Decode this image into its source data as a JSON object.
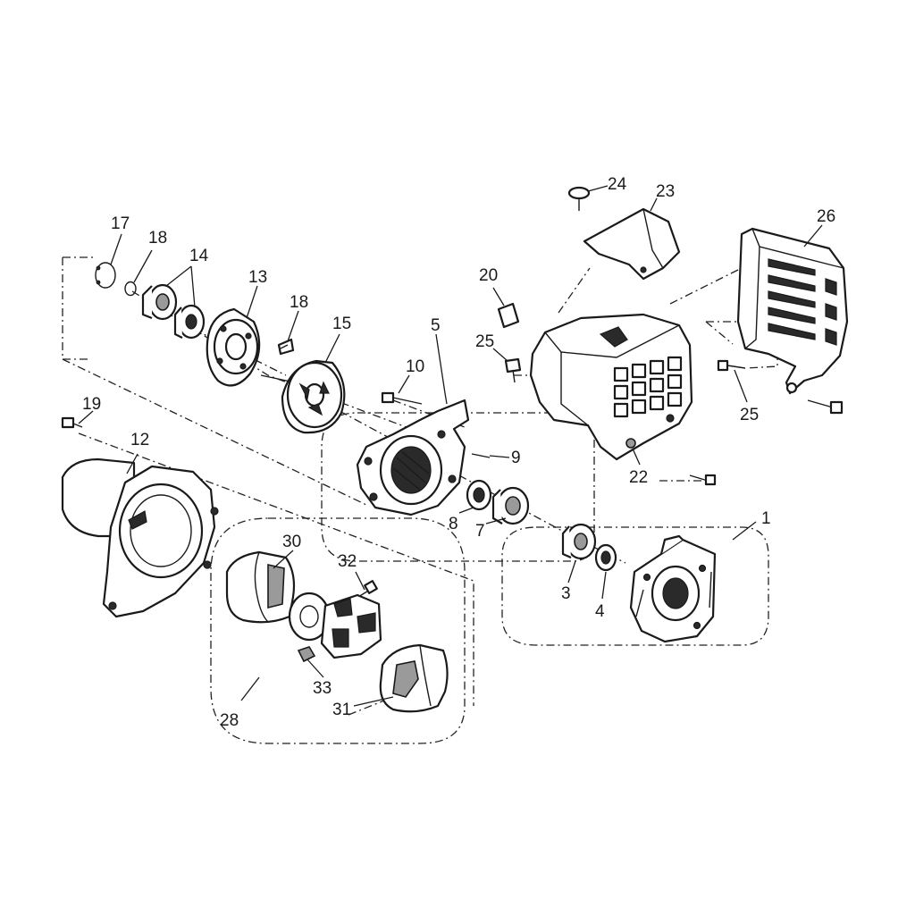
{
  "diagram": {
    "callouts": [
      {
        "id": "p17",
        "label": "17"
      },
      {
        "id": "p18a",
        "label": "18"
      },
      {
        "id": "p14",
        "label": "14"
      },
      {
        "id": "p13",
        "label": "13"
      },
      {
        "id": "p18b",
        "label": "18"
      },
      {
        "id": "p15",
        "label": "15"
      },
      {
        "id": "p5",
        "label": "5"
      },
      {
        "id": "p10",
        "label": "10"
      },
      {
        "id": "p20",
        "label": "20"
      },
      {
        "id": "p25a",
        "label": "25"
      },
      {
        "id": "p24",
        "label": "24"
      },
      {
        "id": "p23",
        "label": "23"
      },
      {
        "id": "p26",
        "label": "26"
      },
      {
        "id": "p25b",
        "label": "25"
      },
      {
        "id": "p19",
        "label": "19"
      },
      {
        "id": "p12",
        "label": "12"
      },
      {
        "id": "p9",
        "label": "9"
      },
      {
        "id": "p22",
        "label": "22"
      },
      {
        "id": "p8",
        "label": "8"
      },
      {
        "id": "p7",
        "label": "7"
      },
      {
        "id": "p1",
        "label": "1"
      },
      {
        "id": "p30",
        "label": "30"
      },
      {
        "id": "p32",
        "label": "32"
      },
      {
        "id": "p3",
        "label": "3"
      },
      {
        "id": "p4",
        "label": "4"
      },
      {
        "id": "p33",
        "label": "33"
      },
      {
        "id": "p31",
        "label": "31"
      },
      {
        "id": "p28",
        "label": "28"
      }
    ]
  }
}
